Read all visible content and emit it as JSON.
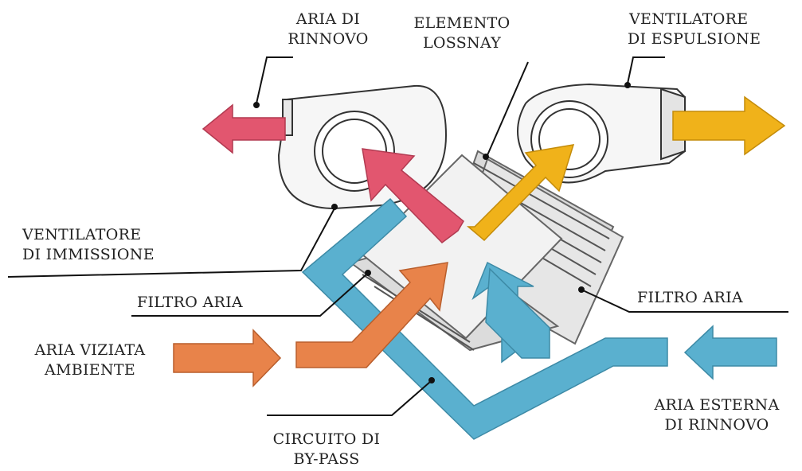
{
  "labels": {
    "aria_di_rinnovo": [
      "ARIA DI",
      "RINNOVO"
    ],
    "elemento_lossnay": [
      "ELEMENTO",
      "LOSSNAY"
    ],
    "ventilatore_espulsione": [
      "VENTILATORE",
      "DI ESPULSIONE"
    ],
    "ventilatore_immissione": [
      "VENTILATORE",
      "DI IMMISSIONE"
    ],
    "filtro_aria_left": "FILTRO ARIA",
    "filtro_aria_right": "FILTRO ARIA",
    "aria_viziata": [
      "ARIA VIZIATA",
      "AMBIENTE"
    ],
    "circuito_bypass": [
      "CIRCUITO DI",
      "BY-PASS"
    ],
    "aria_esterna": [
      "ARIA ESTERNA",
      "DI RINNOVO"
    ]
  },
  "colors": {
    "supply_air": "#e2566f",
    "exhaust_air": "#f0b21a",
    "stale_air": "#e8834a",
    "outdoor_air": "#5ab0cf",
    "outline": "#333333",
    "fan_body": "#f6f6f6"
  }
}
